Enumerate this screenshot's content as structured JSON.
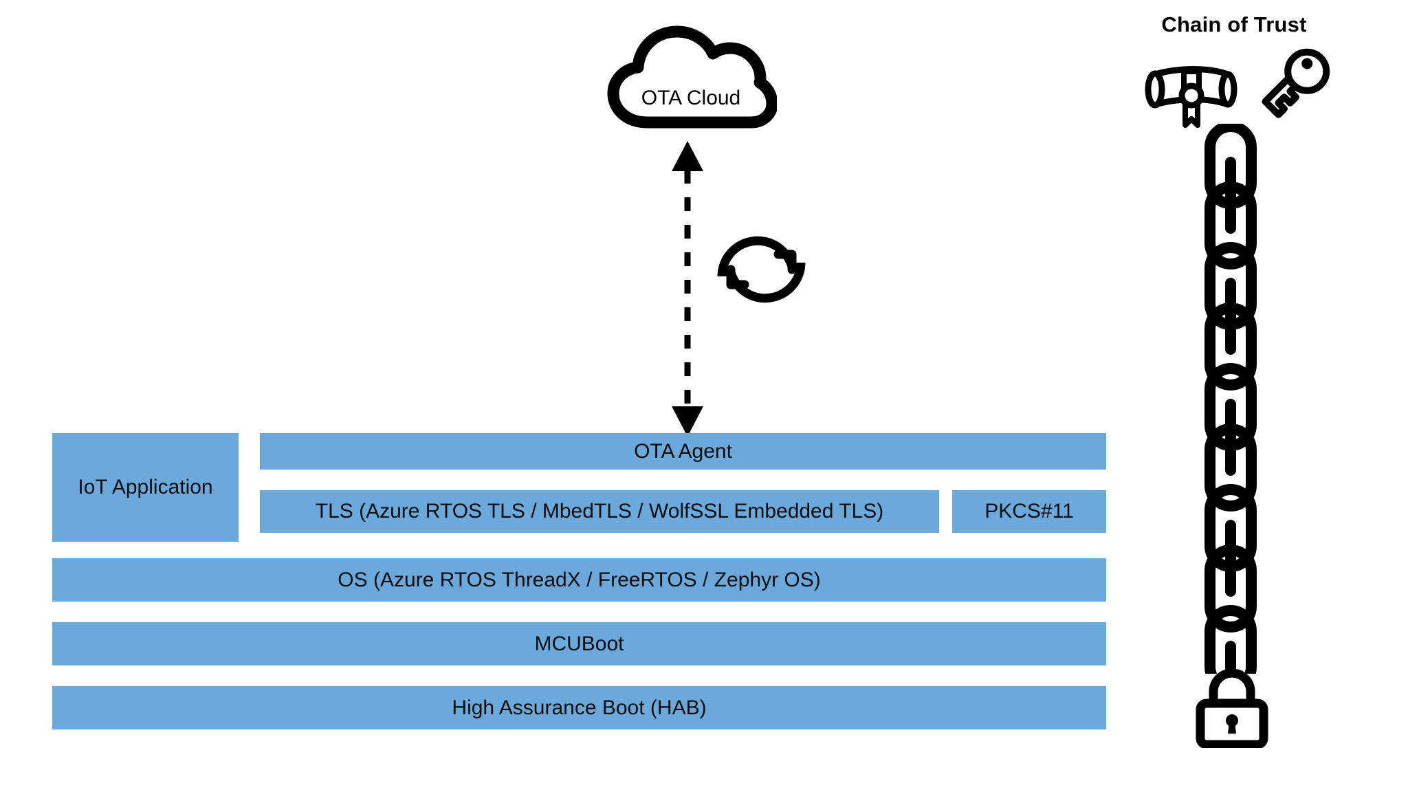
{
  "diagram": {
    "title": "IoT OTA update and chain of trust stack",
    "background_color": "#FFFFFF",
    "accent_color": "#6BA9DD",
    "line_color": "#000000"
  },
  "cloud": {
    "label": "OTA Cloud",
    "icon": "cloud-icon"
  },
  "connector": {
    "icon": "dashed-double-arrow",
    "direction": "bidirectional"
  },
  "sync": {
    "icon": "sync-refresh-icon"
  },
  "stack": {
    "left_column": {
      "label": "IoT Application"
    },
    "rows": [
      {
        "label": "OTA Agent",
        "name": "ota-agent"
      },
      {
        "label": "TLS (Azure RTOS TLS / MbedTLS / WolfSSL Embedded TLS)",
        "name": "tls"
      },
      {
        "label": "PKCS#11",
        "name": "pkcs11"
      },
      {
        "label": "OS (Azure RTOS ThreadX / FreeRTOS / Zephyr OS)",
        "name": "os"
      },
      {
        "label": "MCUBoot",
        "name": "mcuboot"
      },
      {
        "label": "High Assurance Boot (HAB)",
        "name": "hab"
      }
    ]
  },
  "chain_of_trust": {
    "title": "Chain of Trust",
    "icons": [
      {
        "name": "certificate-icon",
        "meaning": "certificate"
      },
      {
        "name": "key-icon",
        "meaning": "key"
      },
      {
        "name": "chain-links-icon",
        "meaning": "chain"
      },
      {
        "name": "lock-icon",
        "meaning": "padlock"
      }
    ],
    "chain_link_count": 9
  }
}
